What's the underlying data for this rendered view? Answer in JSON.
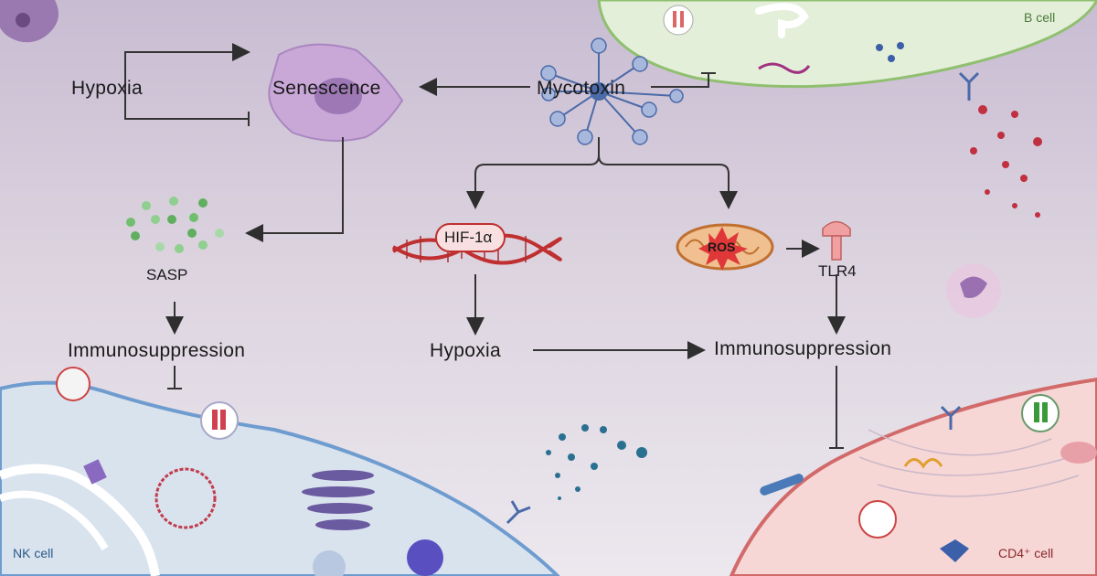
{
  "labels": {
    "hypoxia_top": "Hypoxia",
    "senescence": "Senescence",
    "mycotoxin": "Mycotoxin",
    "sasp": "SASP",
    "immuno_left": "Immunosuppression",
    "hif": "HIF-1α",
    "hypoxia_center": "Hypoxia",
    "ros": "ROS",
    "tlr4": "TLR4",
    "immuno_right": "Immunosuppression",
    "b_cell": "B cell",
    "nk_cell": "NK cell",
    "cd4_cell": "CD4⁺ cell"
  },
  "icons": [
    "mycotoxin-fungus-icon",
    "senescent-cell-icon",
    "sasp-particles-icon",
    "dna-helix-icon",
    "mitochondrion-icon",
    "tlr4-receptor-icon",
    "antibody-icon",
    "nk-cell-icon",
    "b-cell-icon",
    "cd4-cell-icon"
  ],
  "colors": {
    "nk_cell": "#d9e3ee",
    "b_cell": "#e3efd9",
    "cd4_cell": "#f7d6d6",
    "arrow": "#333333"
  }
}
